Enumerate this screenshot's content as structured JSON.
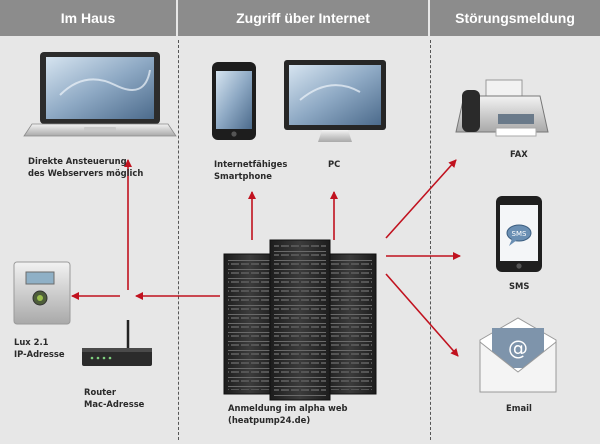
{
  "headers": {
    "home": "Im Haus",
    "internet": "Zugriff über Internet",
    "fault": "Störungsmeldung"
  },
  "labels": {
    "laptop": "Direkte Ansteuerung\ndes Webservers möglich",
    "smartphone": "Internetfähiges\nSmartphone",
    "pc": "PC",
    "lux": "Lux 2.1\nIP-Adresse",
    "router": "Router\nMac-Adresse",
    "server": "Anmeldung im alpha web\n(heatpump24.de)",
    "fax": "FAX",
    "sms": "SMS",
    "email": "Email",
    "sms_bubble": "SMS"
  },
  "colors": {
    "header_bg": "#8c8c8c",
    "background": "#e7e7e7",
    "arrow": "#c1121f"
  },
  "icons": [
    "laptop-icon",
    "smartphone-icon",
    "monitor-icon",
    "heat-pump-controller-icon",
    "router-icon",
    "server-rack-icon",
    "fax-machine-icon",
    "sms-phone-icon",
    "email-envelope-icon"
  ]
}
